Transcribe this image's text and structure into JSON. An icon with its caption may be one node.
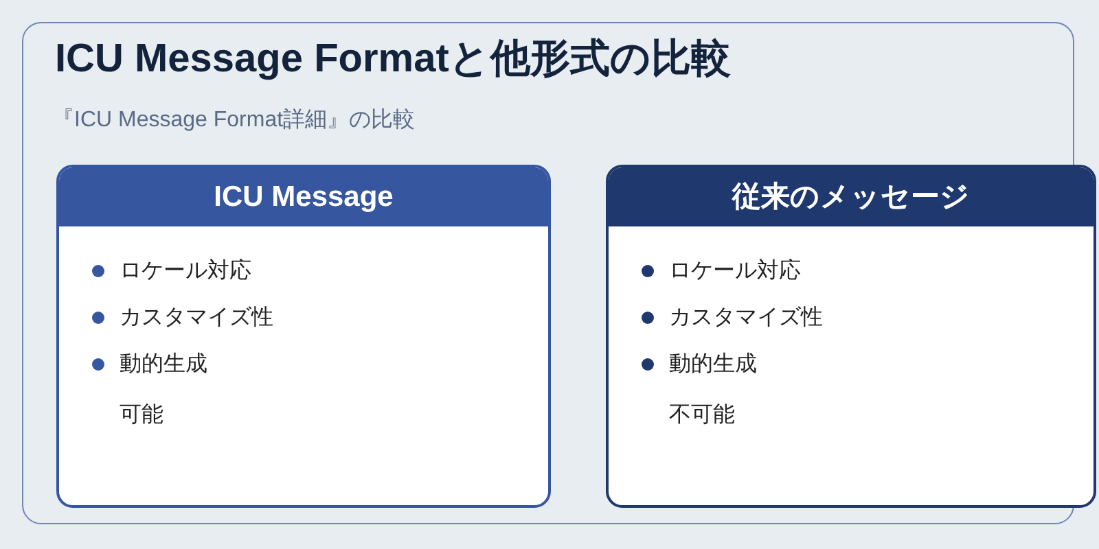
{
  "diagram": {
    "title": "ICU Message Formatと他形式の比較",
    "nodes": [
      {
        "text": [
          "ICU Message",
          "ロケール対応",
          "カスタマイズ性",
          "動的生成",
          "可能"
        ]
      },
      {
        "text": [
          "従来のメッセージ",
          "ロケール対応",
          "カスタマイズ性",
          "動的生成",
          "不可能"
        ]
      }
    ],
    "labels": [
      "『ICU Message Format詳細』の比較"
    ]
  }
}
